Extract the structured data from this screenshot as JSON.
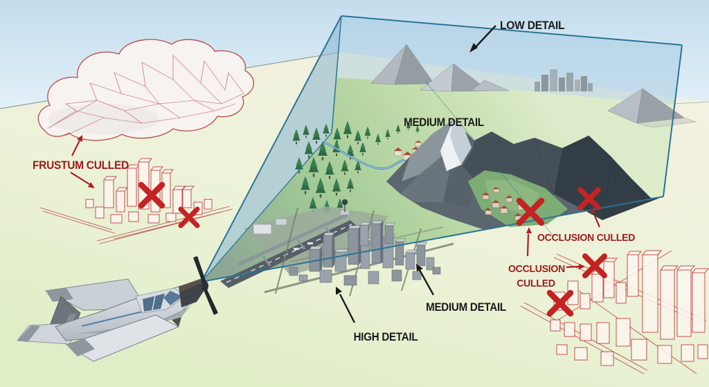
{
  "diagram": {
    "labels": {
      "low_detail": "LOW DETAIL",
      "medium_detail_far": "MEDIUM DETAIL",
      "medium_detail_near": "MEDIUM DETAIL",
      "high_detail": "HIGH DETAIL",
      "frustum_culled": "FRUSTUM CULLED",
      "occlusion_culled_upper": "OCCLUSION CULLED",
      "occlusion_culled_lower_line1": "OCCLUSION",
      "occlusion_culled_lower_line2": "CULLED"
    },
    "colors": {
      "black_label": "#1b1b1b",
      "red_label": "#9e1b1b",
      "cull_x": "#c32323",
      "red_arrow": "#b01e1e",
      "black_arrow": "#1a1a1a",
      "frustum_line": "#2a7396",
      "frustum_fill": "#9ec6de",
      "wireframe_red": "#c34f4f",
      "sky": "#c6dfee",
      "ground": "#f1f2df"
    },
    "icons": {
      "cull_x": "x-mark",
      "annotation_arrow": "arrow"
    }
  }
}
